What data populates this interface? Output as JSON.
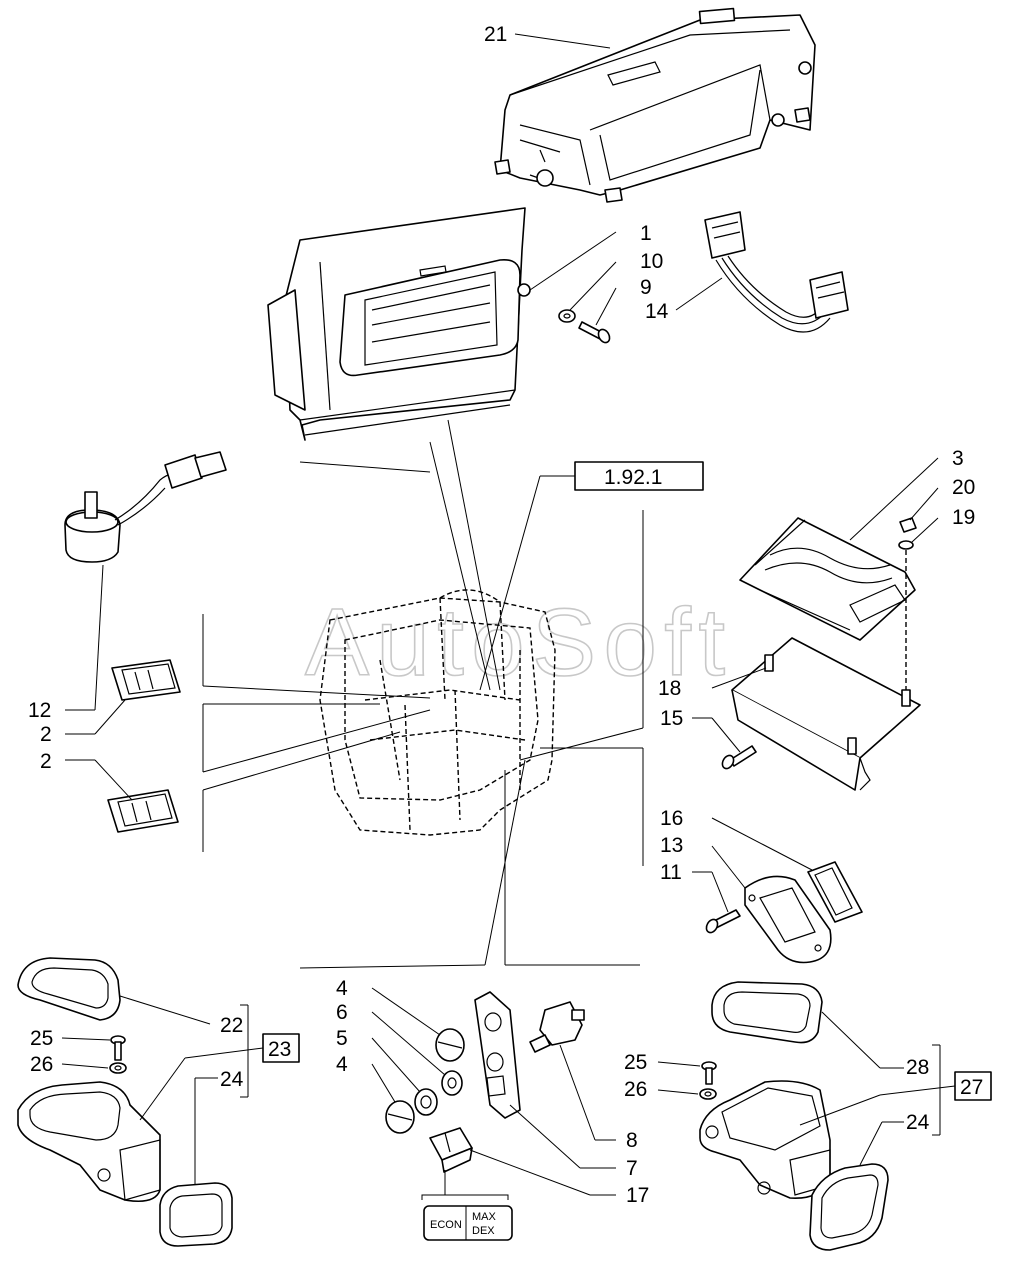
{
  "watermark": "AutoSoft",
  "reference_box": "1.92.1",
  "labels": {
    "l21": "21",
    "l1": "1",
    "l10": "10",
    "l9": "9",
    "l14": "14",
    "l3": "3",
    "l20": "20",
    "l19": "19",
    "l18": "18",
    "l15": "15",
    "l12": "12",
    "l2a": "2",
    "l2b": "2",
    "l16": "16",
    "l13": "13",
    "l11": "11",
    "l22": "22",
    "l23": "23",
    "l25a": "25",
    "l26a": "26",
    "l24a": "24",
    "l4a": "4",
    "l6": "6",
    "l5": "5",
    "l4b": "4",
    "l8": "8",
    "l7": "7",
    "l17": "17",
    "l25b": "25",
    "l26b": "26",
    "l28": "28",
    "l27": "27",
    "l24b": "24"
  },
  "switch_legend": {
    "left": "ECON",
    "right_top": "MAX",
    "right_bottom": "DEX"
  }
}
